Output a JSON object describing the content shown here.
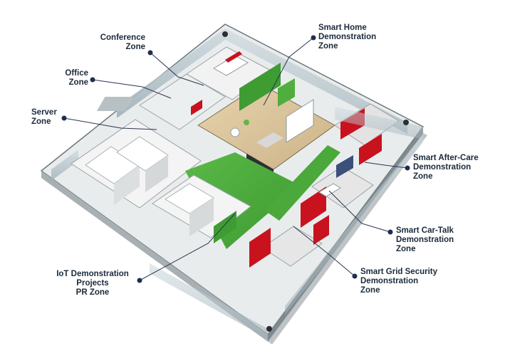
{
  "zones": [
    {
      "id": "conference",
      "lines": [
        "Conference",
        "Zone"
      ]
    },
    {
      "id": "smart-home",
      "lines": [
        "Smart Home",
        "Demonstration",
        "Zone"
      ]
    },
    {
      "id": "office",
      "lines": [
        "Office",
        "Zone"
      ]
    },
    {
      "id": "server",
      "lines": [
        "Server",
        "Zone"
      ]
    },
    {
      "id": "after-care",
      "lines": [
        "Smart After-Care",
        "Demonstration",
        "Zone"
      ]
    },
    {
      "id": "car-talk",
      "lines": [
        "Smart Car-Talk",
        "Demonstration",
        "Zone"
      ]
    },
    {
      "id": "iot",
      "lines": [
        "IoT Demonstration",
        "Projects",
        "PR Zone"
      ]
    },
    {
      "id": "grid-security",
      "lines": [
        "Smart Grid Security",
        "Demonstration",
        "Zone"
      ]
    }
  ],
  "colors": {
    "label_text": "#1b2a3a",
    "leader_line": "#2a3550",
    "marker_dot": "#1f2d52",
    "floor_wood": "#d9c39a",
    "corridor_green": "#4aa83a",
    "accent_red": "#c8121e",
    "wall_white": "#f2f2f2",
    "glass": "#b8c6cc"
  }
}
